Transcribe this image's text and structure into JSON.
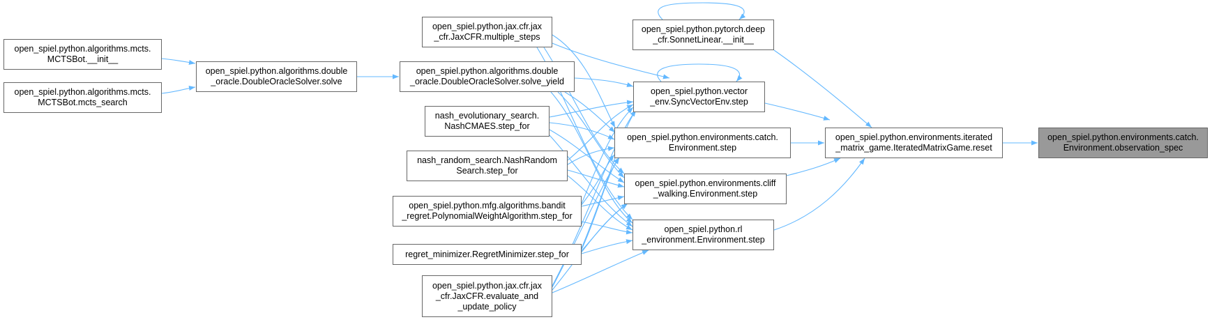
{
  "colors": {
    "edge": "#63b8ff",
    "node_border": "#666666",
    "current_fill": "#999999"
  },
  "nodes": [
    {
      "id": "mcts_init",
      "text": "open_spiel.python.algorithms.mcts.\nMCTSBot.__init__"
    },
    {
      "id": "mcts_search",
      "text": "open_spiel.python.algorithms.mcts.\nMCTSBot.mcts_search"
    },
    {
      "id": "do_solve",
      "text": "open_spiel.python.algorithms.double\n_oracle.DoubleOracleSolver.solve"
    },
    {
      "id": "jax_multi",
      "text": "open_spiel.python.jax.cfr.jax\n_cfr.JaxCFR.multiple_steps"
    },
    {
      "id": "do_yield",
      "text": "open_spiel.python.algorithms.double\n_oracle.DoubleOracleSolver.solve_yield"
    },
    {
      "id": "nash_evo",
      "text": "nash_evolutionary_search.\nNashCMAES.step_for"
    },
    {
      "id": "nash_rand",
      "text": "nash_random_search.NashRandom\nSearch.step_for"
    },
    {
      "id": "bandit",
      "text": "open_spiel.python.mfg.algorithms.bandit\n_regret.PolynomialWeightAlgorithm.step_for"
    },
    {
      "id": "regret_min",
      "text": "regret_minimizer.RegretMinimizer.step_for"
    },
    {
      "id": "jax_eval",
      "text": "open_spiel.python.jax.cfr.jax\n_cfr.JaxCFR.evaluate_and\n_update_policy"
    },
    {
      "id": "sonnet",
      "text": "open_spiel.python.pytorch.deep\n_cfr.SonnetLinear.__init__"
    },
    {
      "id": "vector",
      "text": "open_spiel.python.vector\n_env.SyncVectorEnv.step"
    },
    {
      "id": "catch_step",
      "text": "open_spiel.python.environments.catch.\nEnvironment.step"
    },
    {
      "id": "cliff",
      "text": "open_spiel.python.environments.cliff\n_walking.Environment.step"
    },
    {
      "id": "rl_env",
      "text": "open_spiel.python.rl\n_environment.Environment.step"
    },
    {
      "id": "iterated",
      "text": "open_spiel.python.environments.iterated\n_matrix_game.IteratedMatrixGame.reset"
    },
    {
      "id": "obs_spec",
      "text": "open_spiel.python.environments.catch.\nEnvironment.observation_spec"
    }
  ]
}
